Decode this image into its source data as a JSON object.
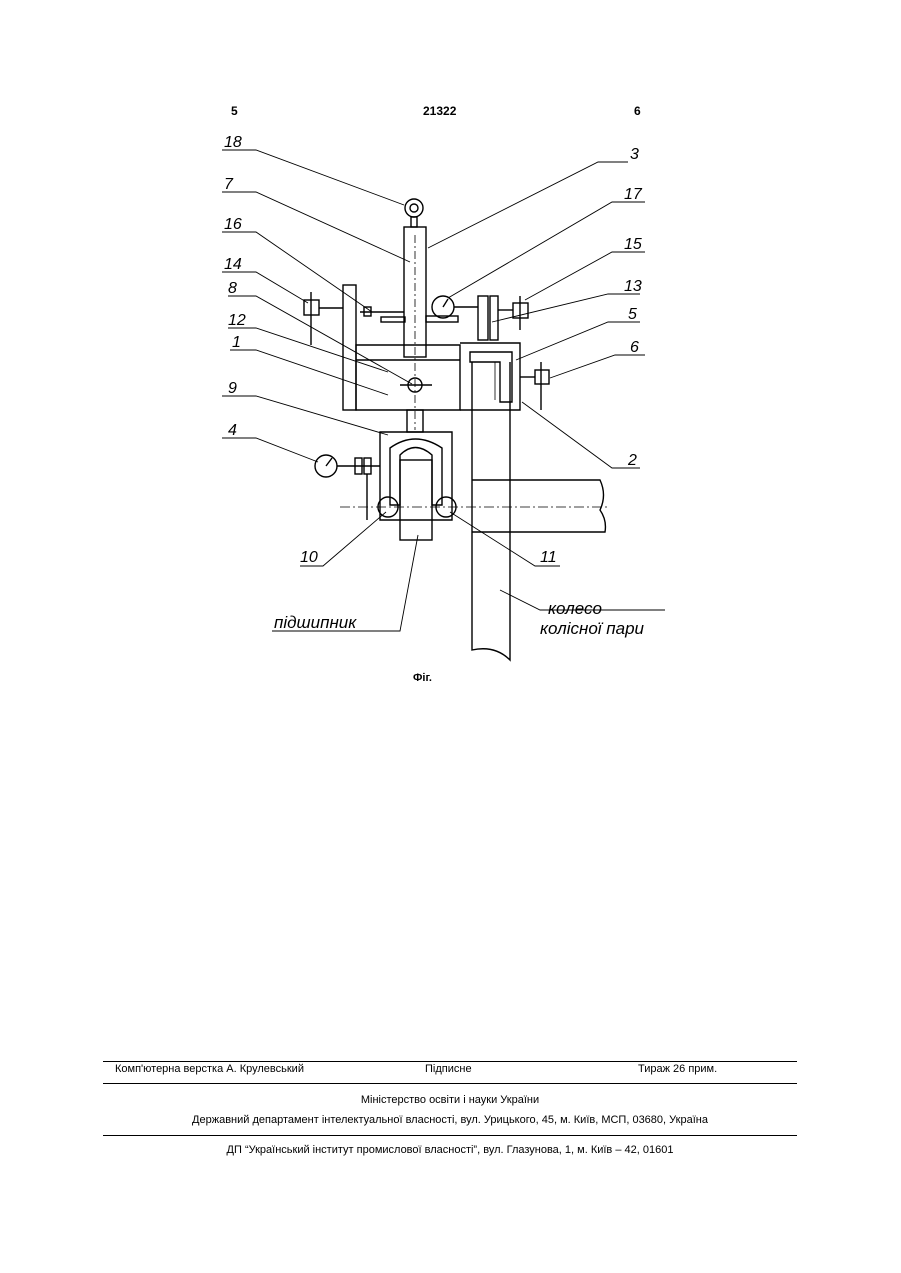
{
  "header": {
    "page_left": "5",
    "patent_number": "21322",
    "page_right": "6"
  },
  "figure": {
    "caption": "Фіг.",
    "labels": {
      "l18": "18",
      "l3": "3",
      "l7": "7",
      "l17": "17",
      "l16": "16",
      "l15": "15",
      "l14": "14",
      "l13": "13",
      "l8": "8",
      "l5": "5",
      "l12": "12",
      "l6": "6",
      "l1": "1",
      "l9": "9",
      "l2": "2",
      "l4": "4",
      "l10": "10",
      "l11": "11"
    },
    "annotations": {
      "bearing": "підшипник",
      "wheel_line1": "колесо",
      "wheel_line2": "колісної пари"
    }
  },
  "footer": {
    "layout": "Комп'ютерна верстка А. Крулевський",
    "signed": "Підписне",
    "circulation": "Тираж 26 прим.",
    "ministry": "Міністерство освіти і науки України",
    "department": "Державний департамент інтелектуальної власності, вул. Урицького, 45, м. Київ, МСП, 03680, Україна",
    "publisher": "ДП “Український інститут промислової власності”, вул. Глазунова, 1, м. Київ – 42, 01601"
  }
}
